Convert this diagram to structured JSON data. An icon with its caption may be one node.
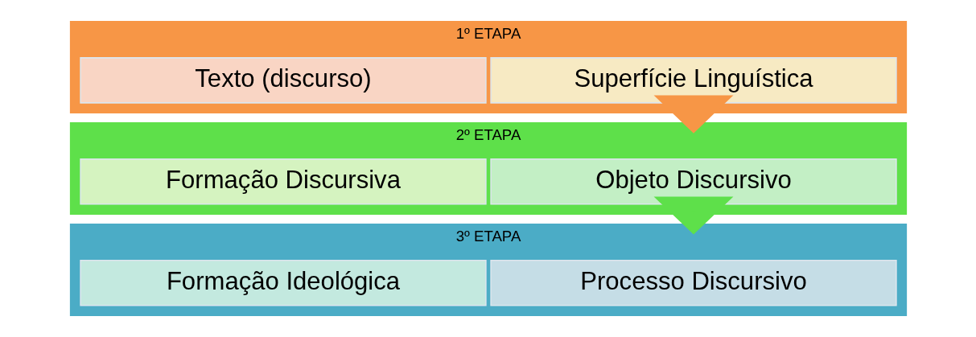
{
  "diagram": {
    "nodes": [
      {
        "text": [
          "1º ETAPA"
        ]
      },
      {
        "text": [
          "Superfície Linguística"
        ],
        "in": 0
      },
      {
        "text": [
          "Texto (discurso)"
        ],
        "in": 0
      },
      {
        "text": [
          "2º ETAPA"
        ]
      },
      {
        "text": [
          "Objeto Discursivo"
        ],
        "in": 3
      },
      {
        "text": [
          "Formação Discursiva"
        ],
        "in": 3
      },
      {
        "text": [
          "3º ETAPA"
        ]
      },
      {
        "text": [
          "Processo Discursivo"
        ],
        "in": 6
      },
      {
        "text": [
          "Formação Ideológica"
        ],
        "in": 6
      }
    ],
    "edges": [
      {
        "from": 0,
        "to": 3,
        "arrow": "to",
        "style": "thick",
        "color": "#f79646"
      },
      {
        "from": 3,
        "to": 6,
        "arrow": "to",
        "style": "thick",
        "color": "#5ee04a"
      }
    ]
  }
}
